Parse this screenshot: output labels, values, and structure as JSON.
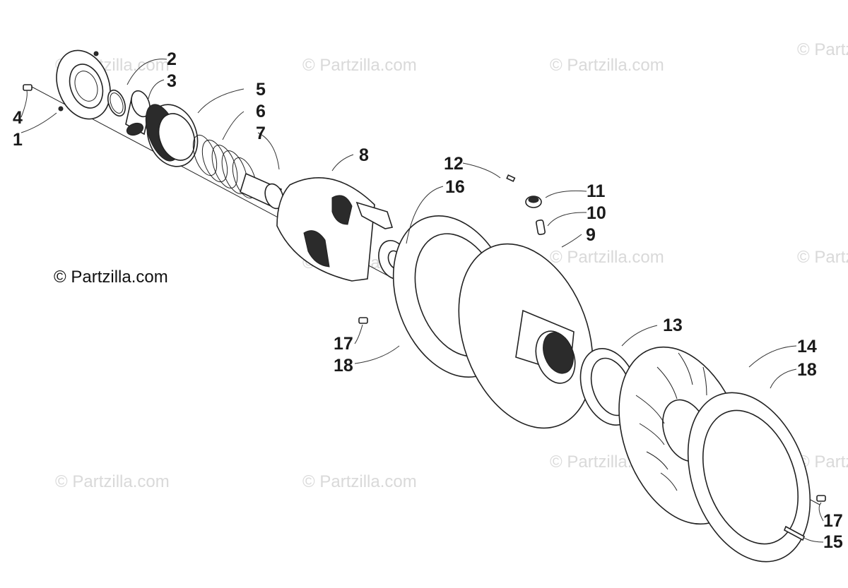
{
  "copyright": "© Partzilla.com",
  "watermark": "© Partzilla.com",
  "callouts": [
    "1",
    "2",
    "3",
    "4",
    "5",
    "6",
    "7",
    "8",
    "9",
    "10",
    "11",
    "12",
    "13",
    "14",
    "15",
    "16",
    "17",
    "17",
    "18",
    "18"
  ]
}
